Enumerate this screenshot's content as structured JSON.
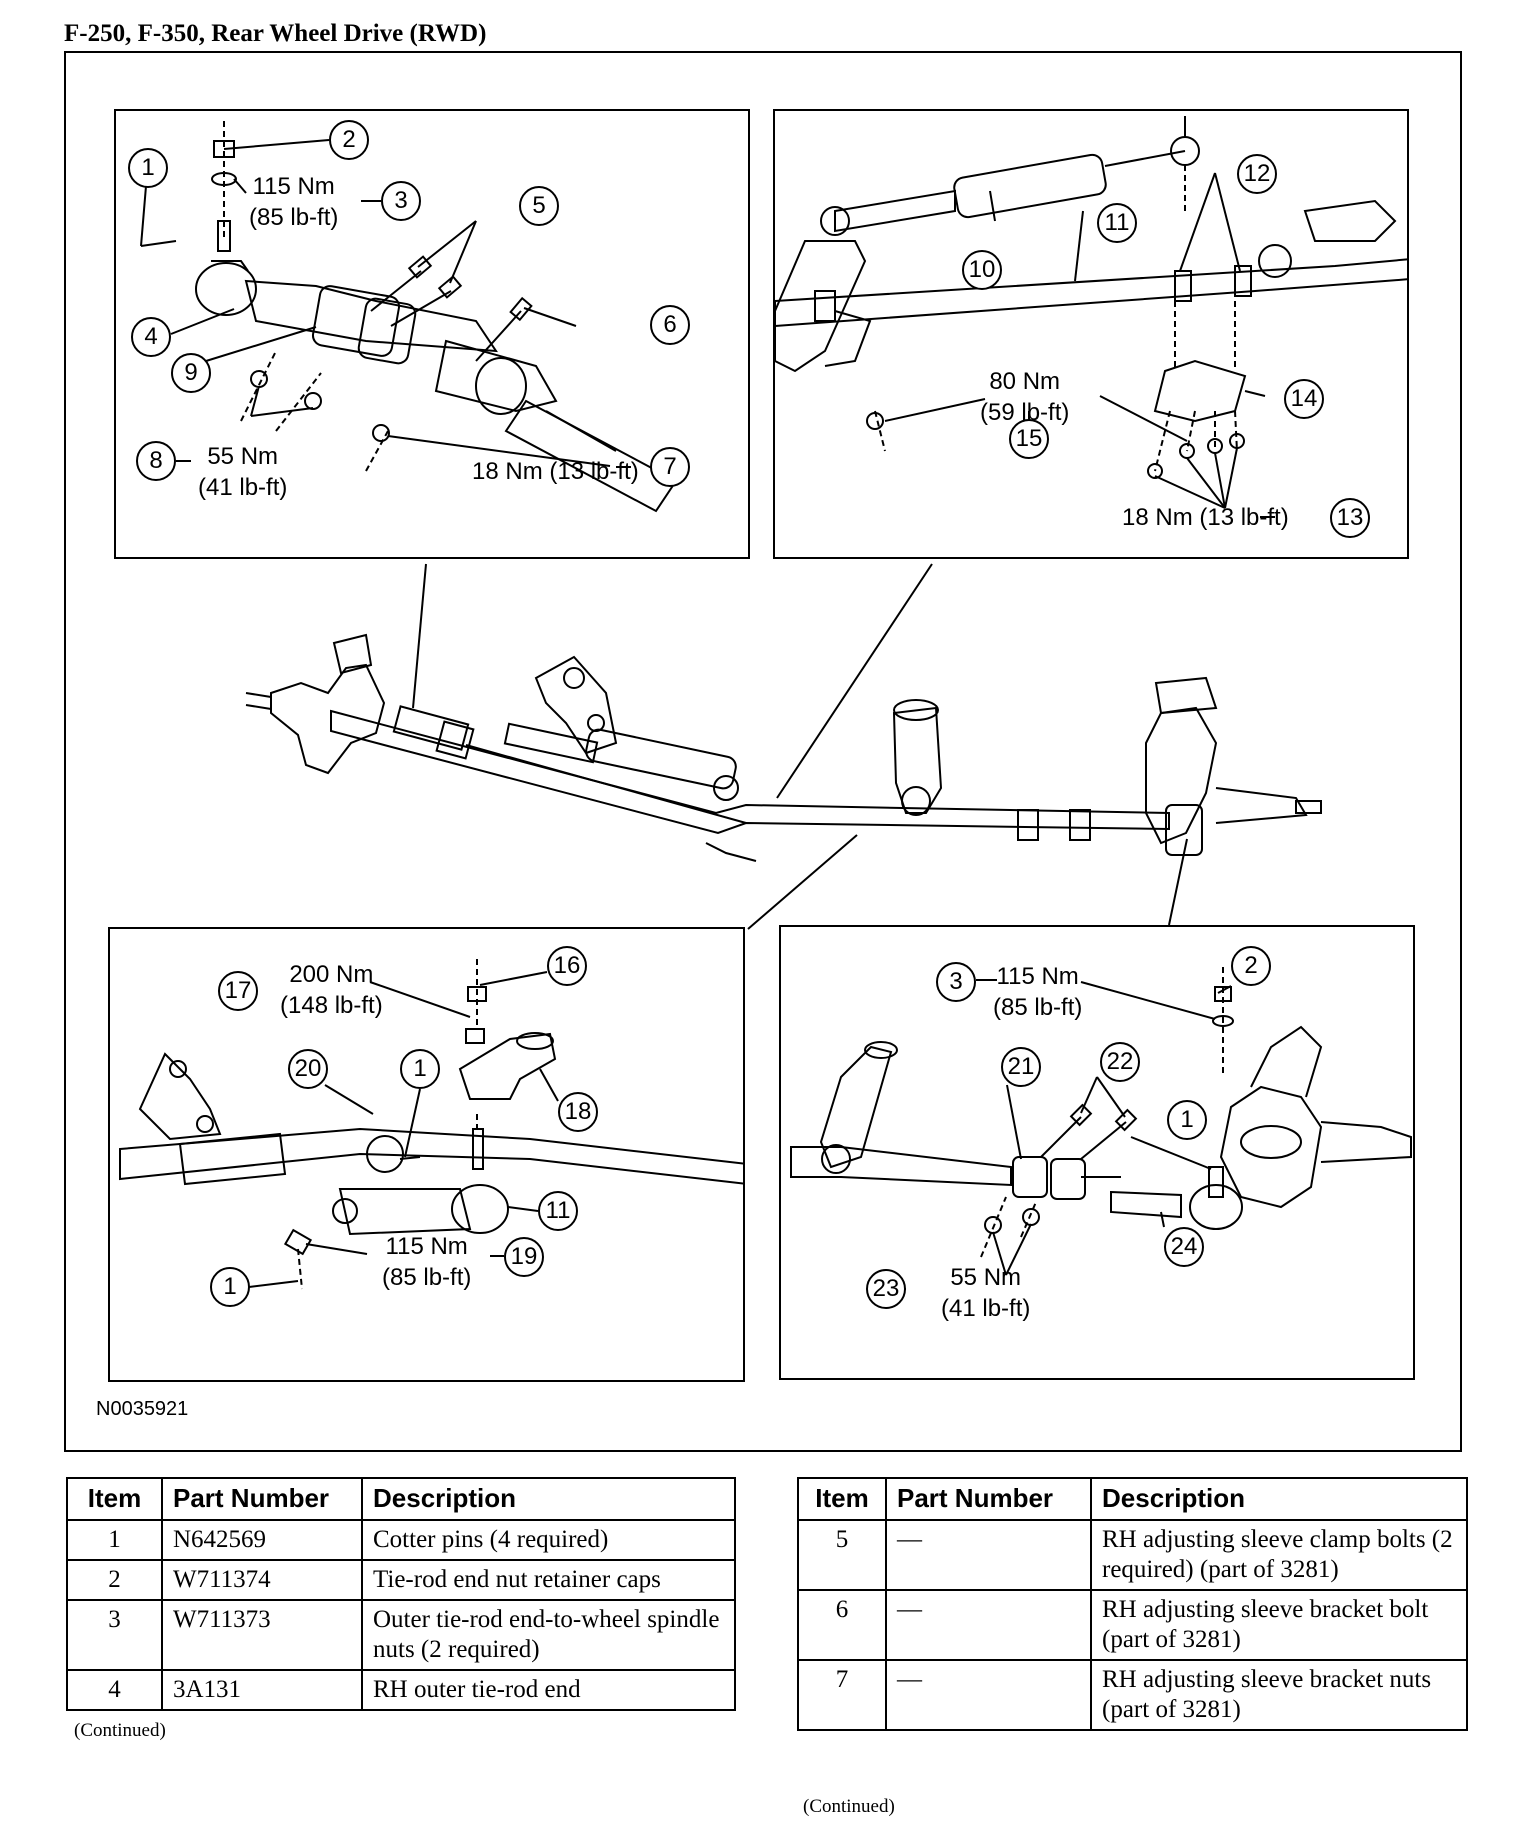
{
  "page_title": "F-250, F-350, Rear Wheel Drive (RWD)",
  "figure_id": "N0035921",
  "panels": {
    "top_left": {
      "torque_115": "115 Nm\n(85 lb-ft)",
      "torque_55": "55 Nm\n(41 lb-ft)",
      "torque_18": "18 Nm (13 lb-ft)",
      "callouts": [
        "1",
        "2",
        "3",
        "4",
        "5",
        "6",
        "7",
        "8",
        "9"
      ]
    },
    "top_right": {
      "torque_80": "80 Nm\n(59 lb-ft)",
      "torque_18": "18 Nm (13 lb-ft)",
      "callouts": [
        "10",
        "11",
        "12",
        "13",
        "14",
        "15"
      ]
    },
    "bottom_left": {
      "torque_200": "200 Nm\n(148 lb-ft)",
      "torque_115": "115 Nm\n(85 lb-ft)",
      "callouts": [
        "16",
        "17",
        "18",
        "19",
        "20",
        "1",
        "11",
        "1"
      ]
    },
    "bottom_right": {
      "torque_115": "115 Nm\n(85 lb-ft)",
      "torque_55": "55 Nm\n(41 lb-ft)",
      "callouts": [
        "2",
        "3",
        "21",
        "22",
        "1",
        "24",
        "23"
      ]
    }
  },
  "tables": {
    "headers": [
      "Item",
      "Part Number",
      "Description"
    ],
    "left_rows": [
      {
        "item": "1",
        "part": "N642569",
        "desc": "Cotter pins (4 required)"
      },
      {
        "item": "2",
        "part": "W711374",
        "desc": "Tie-rod end nut retainer caps"
      },
      {
        "item": "3",
        "part": "W711373",
        "desc": "Outer tie-rod end-to-wheel spindle nuts (2 required)"
      },
      {
        "item": "4",
        "part": "3A131",
        "desc": "RH outer tie-rod end"
      }
    ],
    "right_rows": [
      {
        "item": "5",
        "part": "—",
        "desc": "RH adjusting sleeve clamp bolts (2 required) (part of 3281)"
      },
      {
        "item": "6",
        "part": "—",
        "desc": "RH adjusting sleeve bracket bolt (part of 3281)"
      },
      {
        "item": "7",
        "part": "—",
        "desc": "RH adjusting sleeve bracket nuts (part of 3281)"
      }
    ],
    "continued": "(Continued)"
  }
}
